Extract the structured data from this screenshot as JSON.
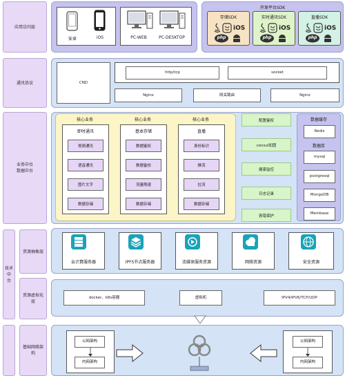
{
  "lanes": {
    "app_access": "应用访问层",
    "comm_protocol": "通讯协议",
    "business_platform_l1": "业务中台",
    "business_platform_l2": "数据中台",
    "tech_platform_l1": "技术中",
    "tech_platform_l2": "台",
    "resource_abstraction": "资源抽象层",
    "resource_virtualization": "资源虚拟化层",
    "base_network": "基础网络架构"
  },
  "devices": {
    "android": "安卓",
    "ios": "iOS",
    "pc_web": "PC-WEB",
    "pc_desktop": "PC-DESKTOP"
  },
  "open_platform": {
    "title": "开发平台SDK",
    "sdks": [
      "存储SDK",
      "实时通讯SDK",
      "直播SDK"
    ],
    "sdk_colors": [
      "#f7e3c3",
      "#dff3c9",
      "#d3f1e4"
    ],
    "icon_ios": "iOS",
    "icon_php": "php"
  },
  "protocol": {
    "cdn": "CND",
    "http": "http/tcp",
    "socket": "socket",
    "nginx_left": "Nginx",
    "gateway": "网关路由",
    "nginx_right": "Nginx"
  },
  "core": {
    "columns": [
      {
        "header": "核心业务",
        "title": "即时通讯",
        "items": [
          "视频通讯",
          "语音通讯",
          "图片文字",
          "数据存储"
        ]
      },
      {
        "header": "核心业务",
        "title": "基本存储",
        "items": [
          "数据鉴权",
          "数据备份",
          "流量限速",
          "数据存储"
        ]
      },
      {
        "header": "核心业务",
        "title": "直播",
        "items": [
          "身份标识",
          "推流",
          "拉流",
          "数据存储"
        ]
      }
    ]
  },
  "middle": [
    "配置鉴权",
    "consul加固",
    "健康监控",
    "日志记录",
    "容错保护"
  ],
  "data_store": {
    "title": "数据缓存",
    "cache": "Redis",
    "db_title": "数据库",
    "dbs": [
      "mysql",
      "postgresql",
      "MongoDB",
      "Membase"
    ]
  },
  "resources": [
    "云计算服务器",
    "IPFS节点服务器",
    "流媒体服务资源",
    "网络资源",
    "安全资源"
  ],
  "virtualization": [
    "docker、k8s容器",
    "虚拟机",
    "IPV4/IPV6/TCP/UDP"
  ],
  "network": {
    "left_public": "公网架构",
    "left_internal": "内网架构",
    "right_public": "公网架构",
    "right_internal": "内网架构"
  },
  "colors": {
    "lane": "#e8d9f7",
    "panel_blue": "#d4e3f5",
    "panel_purple": "#c6c3ef",
    "panel_yellow": "#fcf5c8",
    "node_lavender": "#e6d6f6",
    "node_green": "#d7f5c9",
    "icon_teal": "#1aa3b8"
  }
}
